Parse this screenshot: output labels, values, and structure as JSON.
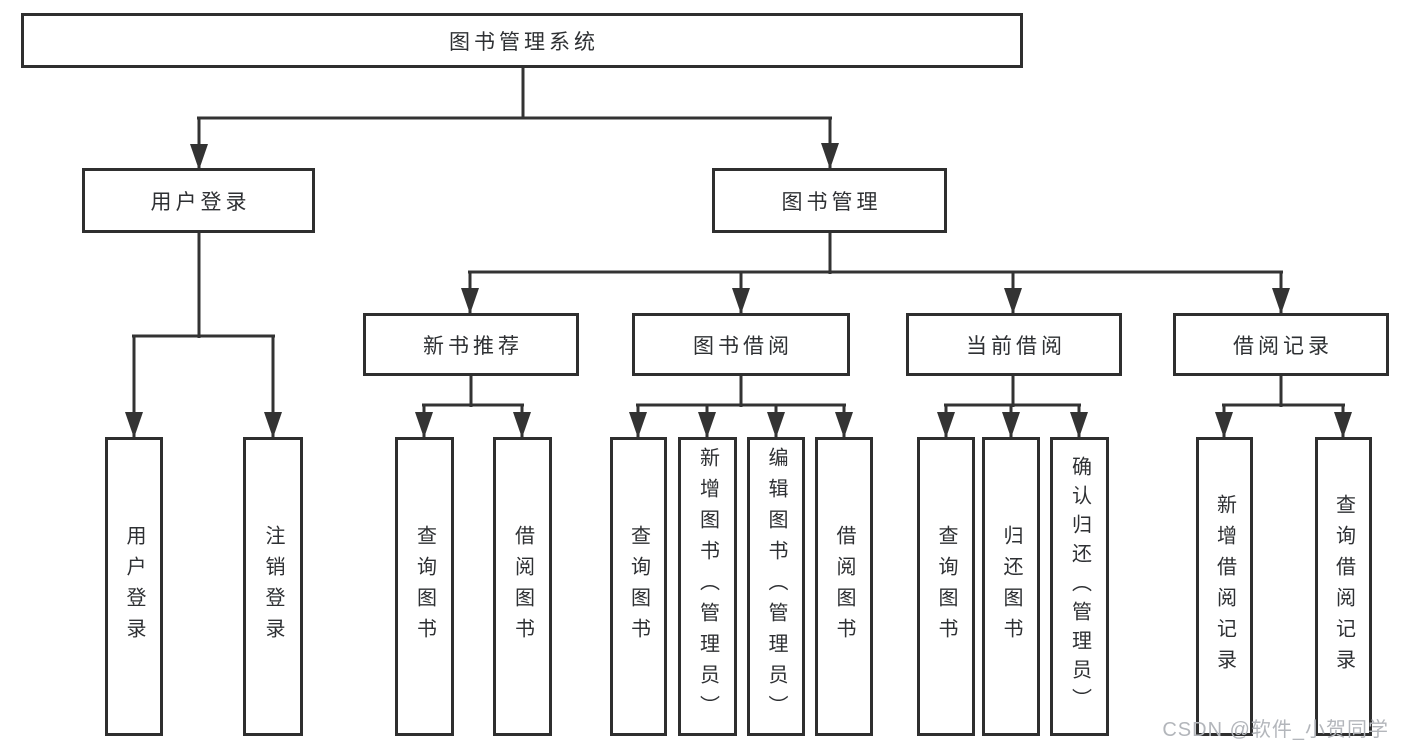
{
  "tree": {
    "label": "图书管理系统",
    "children": [
      {
        "label": "用户登录",
        "children": [
          {
            "label": "用户登录"
          },
          {
            "label": "注销登录"
          }
        ]
      },
      {
        "label": "图书管理",
        "children": [
          {
            "label": "新书推荐",
            "children": [
              {
                "label": "查询图书"
              },
              {
                "label": "借阅图书"
              }
            ]
          },
          {
            "label": "图书借阅",
            "children": [
              {
                "label": "查询图书"
              },
              {
                "label": "新增图书（管理员）"
              },
              {
                "label": "编辑图书（管理员）"
              },
              {
                "label": "借阅图书"
              }
            ]
          },
          {
            "label": "当前借阅",
            "children": [
              {
                "label": "查询图书"
              },
              {
                "label": "归还图书"
              },
              {
                "label": "确认归还（管理员）"
              }
            ]
          },
          {
            "label": "借阅记录",
            "children": [
              {
                "label": "新增借阅记录"
              },
              {
                "label": "查询借阅记录"
              }
            ]
          }
        ]
      }
    ]
  },
  "watermark": {
    "text": "CSDN @软件_小贺同学"
  },
  "colors": {
    "line": "#333333",
    "box_border": "#2f2f2f",
    "text": "#2e3033",
    "watermark": "#b3b6bb",
    "background": "#ffffff"
  }
}
